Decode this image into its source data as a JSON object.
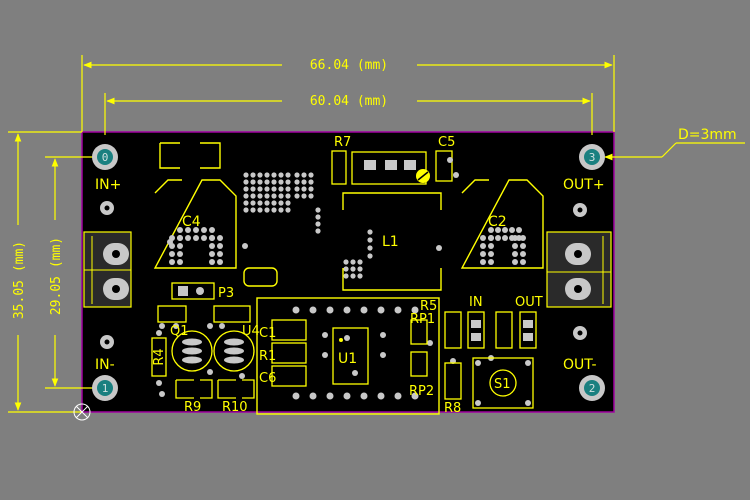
{
  "colors": {
    "background": "#7f7f7f",
    "board": "#000000",
    "outline": "#a000a0",
    "silkscreen": "#ffff00",
    "pad_copper": "#c8c8c8",
    "hole_teal": "#1a8080"
  },
  "dimensions": {
    "width_outer": "66.04 (mm)",
    "width_inner": "60.04 (mm)",
    "height_outer": "35.05 (mm)",
    "height_inner": "29.05 (mm)",
    "hole_diameter": "D=3mm"
  },
  "mounting_holes": {
    "top_left": "0",
    "bottom_left": "1",
    "bottom_right": "2",
    "top_right": "3"
  },
  "labels": {
    "in_plus": "IN+",
    "in_minus": "IN-",
    "out_plus": "OUT+",
    "out_minus": "OUT-",
    "c4": "C4",
    "c2": "C2",
    "c5": "C5",
    "c6": "C6",
    "c1": "C1",
    "r7": "R7",
    "r5": "R5",
    "r4": "R4",
    "r1": "R1",
    "r8": "R8",
    "r9": "R9",
    "r10": "R10",
    "rp1": "RP1",
    "rp2": "RP2",
    "l1": "L1",
    "p3": "P3",
    "q1": "Q1",
    "u4": "U4",
    "u1": "U1",
    "s1": "S1",
    "led_in": "IN",
    "led_out": "OUT"
  }
}
